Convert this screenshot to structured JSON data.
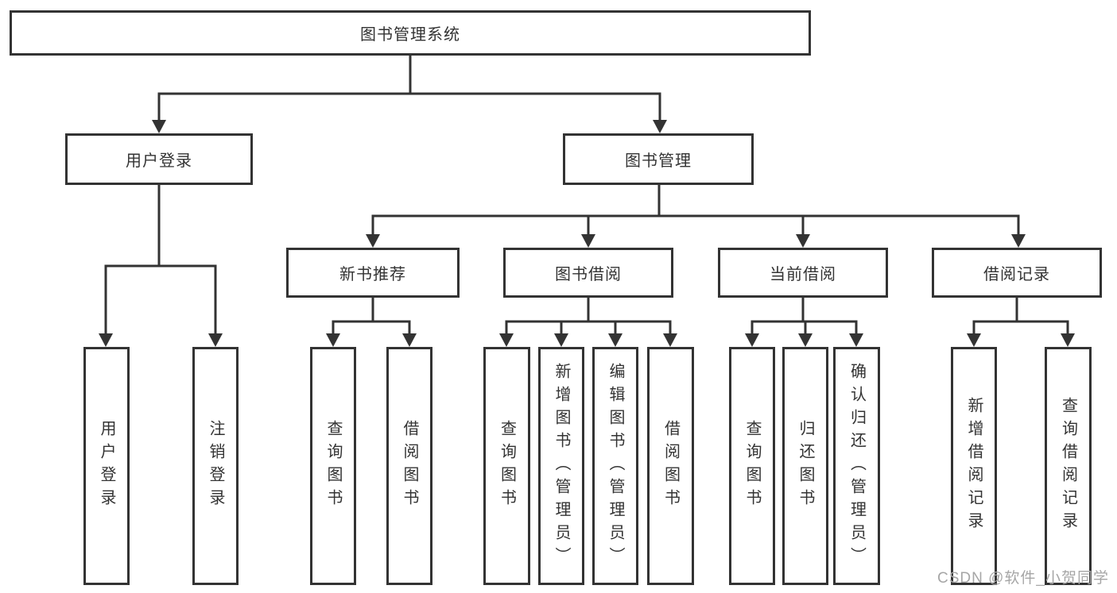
{
  "colors": {
    "line": "#333333",
    "box_border": "#333333",
    "text": "#333333",
    "background": "#ffffff",
    "watermark": "#a6a6a6"
  },
  "diagram": {
    "root": "图书管理系统",
    "level2": [
      "用户登录",
      "图书管理"
    ],
    "level3": [
      "新书推荐",
      "图书借阅",
      "当前借阅",
      "借阅记录"
    ],
    "leaves": {
      "user_login": [
        "用户登录",
        "注销登录"
      ],
      "new_book_recommend": [
        "查询图书",
        "借阅图书"
      ],
      "book_borrow": [
        "查询图书",
        "新增图书（管理员）",
        "编辑图书（管理员）",
        "借阅图书"
      ],
      "current_borrow": [
        "查询图书",
        "归还图书",
        "确认归还（管理员）"
      ],
      "borrow_record": [
        "新增借阅记录",
        "查询借阅记录"
      ]
    }
  },
  "watermark": "CSDN @软件_小贺同学"
}
